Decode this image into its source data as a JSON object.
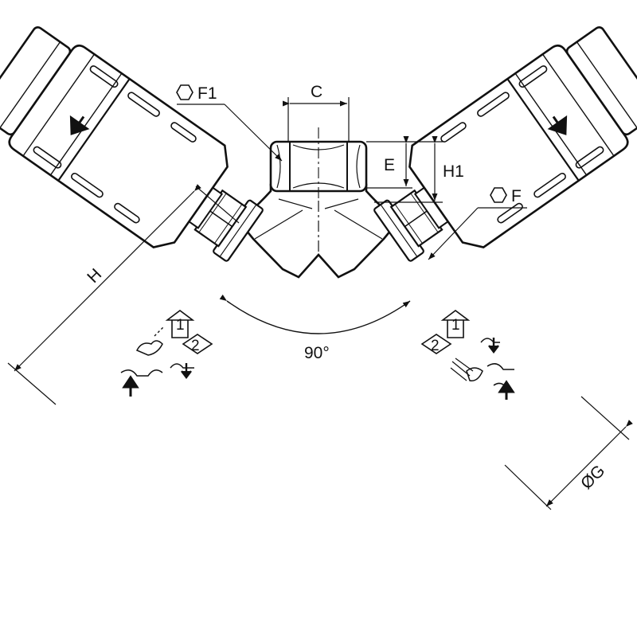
{
  "dimensions": {
    "F1": "F1",
    "C": "C",
    "E": "E",
    "H1": "H1",
    "F": "F",
    "H": "H",
    "G": "ØG",
    "angle": "90°"
  },
  "markings": {
    "position_1": "1",
    "position_2": "2"
  },
  "icons": [
    "hexagon-icon",
    "flow-direction-arrow-icon",
    "spray-icon"
  ]
}
